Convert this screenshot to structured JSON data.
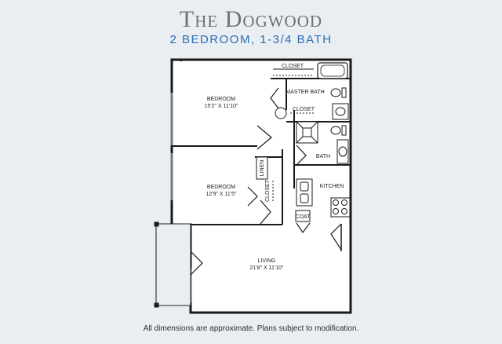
{
  "header": {
    "title": "The Dogwood",
    "subtitle": "2 BEDROOM, 1-3/4 BATH"
  },
  "rooms": {
    "bedroom1": {
      "name": "BEDROOM",
      "size": "15'2\" X 11'10\""
    },
    "bedroom2": {
      "name": "BEDROOM",
      "size": "12'9\" X 11'5\""
    },
    "living": {
      "name": "LIVING",
      "size": "21'8\" X 11'10\""
    },
    "master_bath": "MASTER BATH",
    "bath": "BATH",
    "kitchen": "KITCHEN",
    "closet_top": "CLOSET",
    "closet_mid": "CLOSET",
    "closet_bed2": "CLOSET",
    "linen": "LINEN",
    "coat": "COAT"
  },
  "footer": {
    "note": "All dimensions are approximate. Plans subject to modification."
  },
  "colors": {
    "wall": "#1a1a1a",
    "floor": "#ffffff",
    "accent": "#2b6db0",
    "title": "#6e7178"
  }
}
